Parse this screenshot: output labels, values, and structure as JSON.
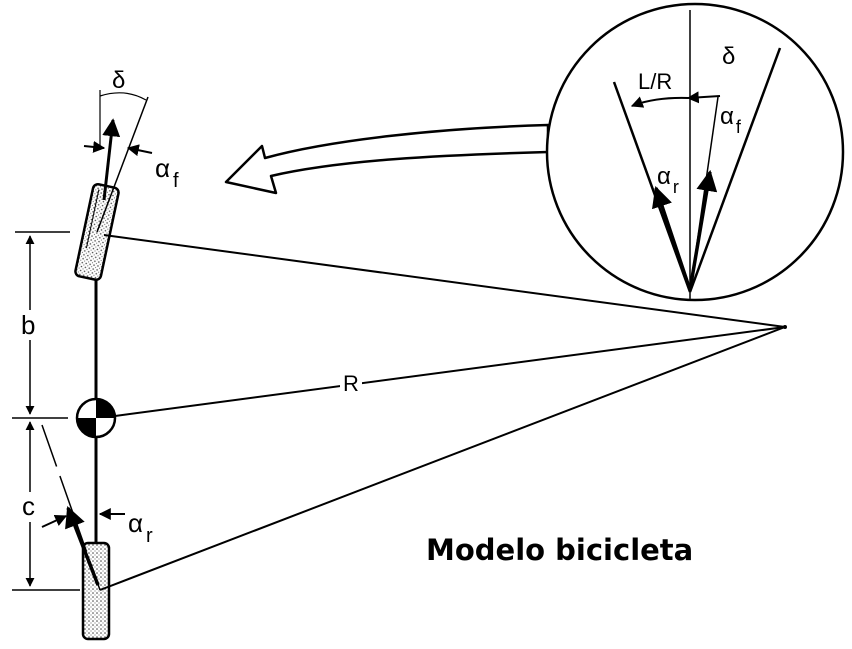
{
  "title": "Modelo bicicleta",
  "labels": {
    "delta_main": "δ",
    "alpha_f_main": "α",
    "alpha_f_sub": "f",
    "b": "b",
    "c": "c",
    "R": "R",
    "alpha_r_main": "α",
    "alpha_r_sub": "r",
    "inset_LR": "L/R",
    "inset_delta": "δ",
    "inset_alpha_f": "α",
    "inset_alpha_f_sub": "f",
    "inset_alpha_r": "α",
    "inset_alpha_r_sub": "r"
  }
}
